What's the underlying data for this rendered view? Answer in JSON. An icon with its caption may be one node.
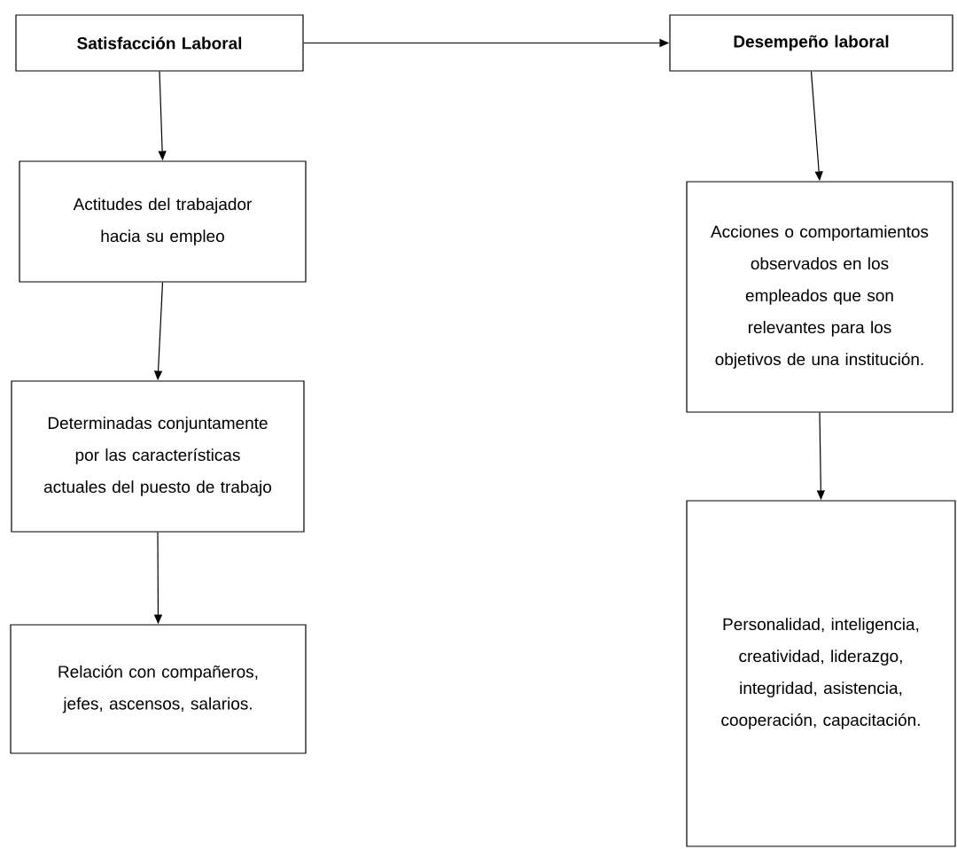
{
  "diagram": {
    "nodes": [
      {
        "text": [
          "Satisfacción Laboral"
        ]
      },
      {
        "text": [
          "Desempeño laboral"
        ]
      },
      {
        "text": [
          "Actitudes del trabajador hacia su empleo"
        ]
      },
      {
        "text": [
          "Determinadas conjuntamente por las características actuales del puesto de trabajo"
        ]
      },
      {
        "text": [
          "Relación con compañeros, jefes, ascensos, salarios."
        ]
      },
      {
        "text": [
          "Acciones o comportamientos observados en los empleados que son relevantes para los objetivos de una institución."
        ]
      },
      {
        "text": [
          "Personalidad, inteligencia, creatividad, liderazgo, integridad, asistencia, cooperación, capacitación."
        ]
      }
    ],
    "edges": [
      {
        "from": 0,
        "to": 1,
        "arrow": "to"
      },
      {
        "from": 0,
        "to": 2,
        "arrow": "to"
      },
      {
        "from": 2,
        "to": 3,
        "arrow": "to"
      },
      {
        "from": 3,
        "to": 4,
        "arrow": "to"
      },
      {
        "from": 1,
        "to": 5,
        "arrow": "to"
      },
      {
        "from": 5,
        "to": 6,
        "arrow": "to"
      }
    ]
  }
}
